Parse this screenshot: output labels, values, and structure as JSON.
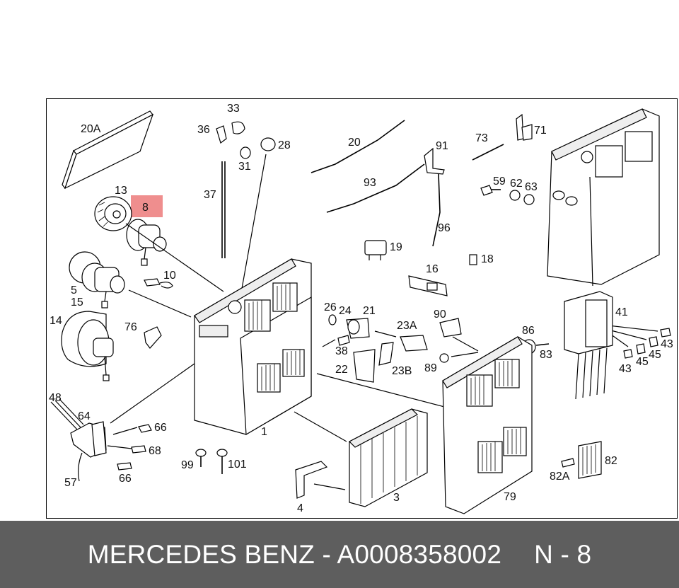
{
  "diagram": {
    "highlight_label": "8",
    "highlight_color": "#ef8e8e",
    "callouts": [
      "20A",
      "13",
      "8",
      "5",
      "15",
      "10",
      "14",
      "76",
      "48",
      "64",
      "57",
      "66",
      "68",
      "66",
      "36",
      "33",
      "28",
      "31",
      "37",
      "99",
      "101",
      "1",
      "20",
      "93",
      "19",
      "26",
      "24",
      "21",
      "23A",
      "38",
      "22",
      "23B",
      "91",
      "96",
      "16",
      "18",
      "90",
      "89",
      "73",
      "71",
      "59",
      "62",
      "63",
      "86",
      "83",
      "79",
      "3",
      "4",
      "41",
      "43",
      "45",
      "45",
      "43",
      "82",
      "82A"
    ]
  },
  "footer": {
    "brand": "MERCEDES BENZ",
    "separator": "-",
    "part_number": "A0008358002",
    "position_label": "N - 8",
    "background": "#5e5e5e",
    "text_color": "#ffffff"
  }
}
